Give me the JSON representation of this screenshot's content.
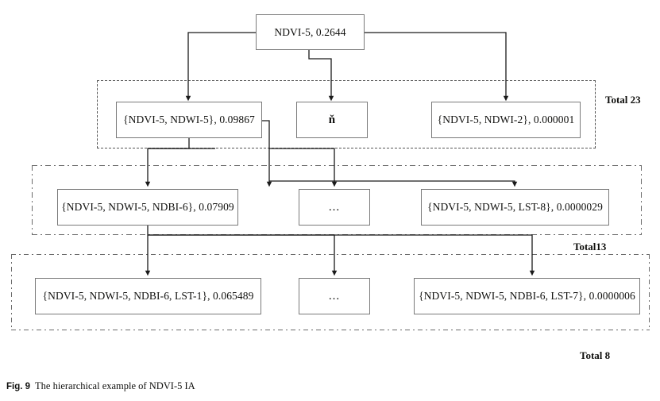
{
  "figure": {
    "label": "Fig. 9",
    "caption": "The hierarchical example of NDVI-5 IA"
  },
  "diagram": {
    "type": "hierarchical-tree",
    "root": {
      "text": "NDVI-5, 0.2644",
      "itemset": "NDVI-5",
      "value": 0.2644
    },
    "levels": [
      {
        "name": "level-2",
        "total_label": "Total 23",
        "total_count": 23,
        "border_style": "dashed",
        "nodes": [
          {
            "text": "{NDVI-5, NDWI-5}, 0.09867",
            "itemset": "{NDVI-5, NDWI-5}",
            "value": 0.09867,
            "kind": "itemset"
          },
          {
            "text": "ň",
            "kind": "ellipsis-glyph"
          },
          {
            "text": "{NDVI-5, NDWI-2}, 0.000001",
            "itemset": "{NDVI-5, NDWI-2}",
            "value": 1e-06,
            "kind": "itemset"
          }
        ]
      },
      {
        "name": "level-3",
        "total_label": "Total13",
        "total_count": 13,
        "border_style": "dash-dot",
        "nodes": [
          {
            "text": "{NDVI-5, NDWI-5, NDBI-6}, 0.07909",
            "itemset": "{NDVI-5, NDWI-5, NDBI-6}",
            "value": 0.07909,
            "kind": "itemset"
          },
          {
            "text": "...",
            "kind": "ellipsis"
          },
          {
            "text": "{NDVI-5, NDWI-5, LST-8}, 0.0000029",
            "itemset": "{NDVI-5, NDWI-5, LST-8}",
            "value": 2.9e-06,
            "kind": "itemset"
          }
        ]
      },
      {
        "name": "level-4",
        "total_label": "Total 8",
        "total_count": 8,
        "border_style": "dash-dot-dot",
        "nodes": [
          {
            "text": "{NDVI-5, NDWI-5, NDBI-6, LST-1}, 0.065489",
            "itemset": "{NDVI-5, NDWI-5, NDBI-6, LST-1}",
            "value": 0.065489,
            "kind": "itemset"
          },
          {
            "text": "...",
            "kind": "ellipsis"
          },
          {
            "text": "{NDVI-5, NDWI-5, NDBI-6, LST-7}, 0.0000006",
            "itemset": "{NDVI-5, NDWI-5, NDBI-6, LST-7}",
            "value": 6e-07,
            "kind": "itemset"
          }
        ]
      }
    ]
  },
  "colors": {
    "box_border": "#7a7a7a",
    "group_border": "#6b6b6b",
    "connector": "#1a1a1a",
    "text": "#10100e",
    "background": "#ffffff"
  }
}
